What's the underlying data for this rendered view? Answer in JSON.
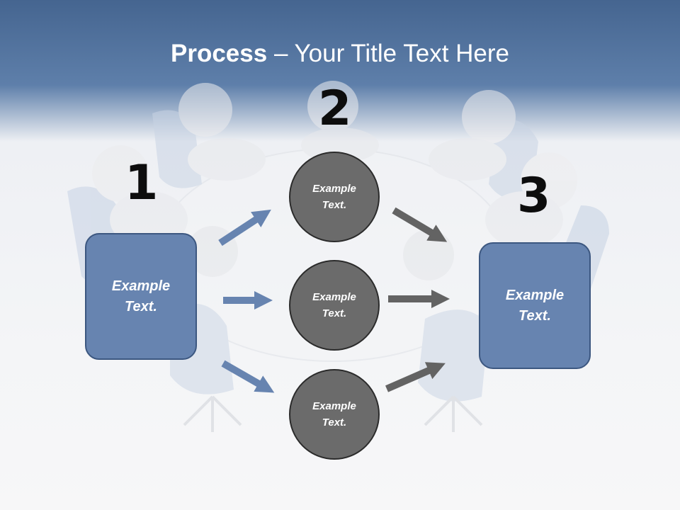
{
  "slide": {
    "title_bold": "Process",
    "title_rest": " – Your Title Text Here"
  },
  "steps": [
    {
      "number": "1"
    },
    {
      "number": "2"
    },
    {
      "number": "3"
    }
  ],
  "boxes": {
    "left": "Example Text.",
    "right": "Example Text."
  },
  "circles": [
    {
      "label": "Example Text."
    },
    {
      "label": "Example Text."
    },
    {
      "label": "Example Text."
    }
  ],
  "colors": {
    "header_blue": "#5e7faa",
    "box_fill": "#6784b0",
    "circle_fill": "#6b6b6b",
    "arrow_blue": "#6784b0",
    "arrow_gray": "#636363",
    "number_text": "#0d0d0d"
  },
  "background": {
    "image": "faded-3d-people-meeting-round-table"
  }
}
